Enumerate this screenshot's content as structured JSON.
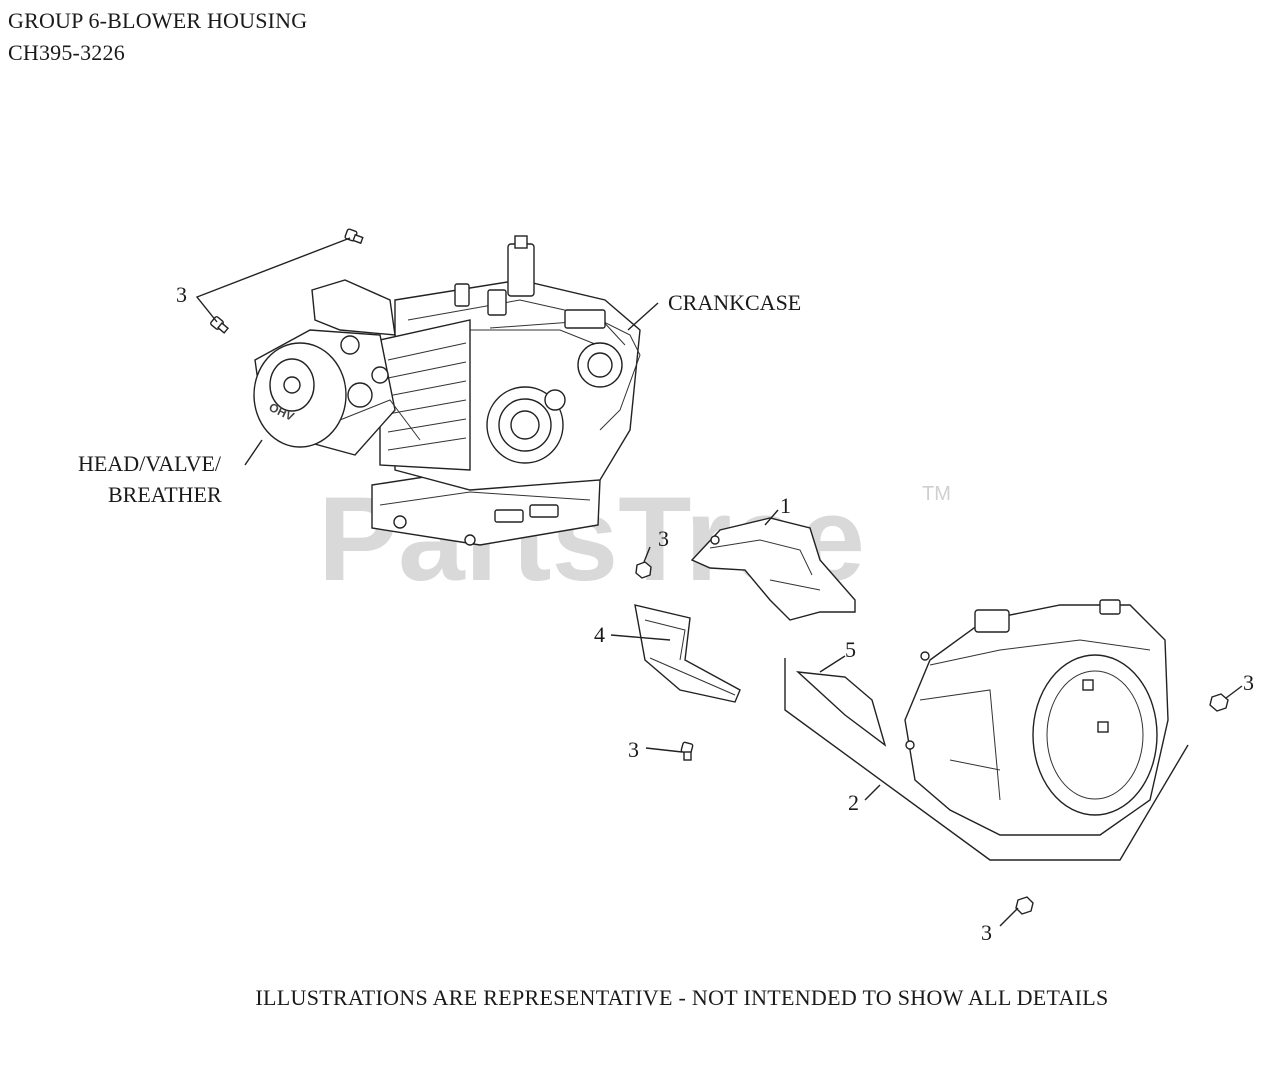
{
  "header": {
    "title": "GROUP 6-BLOWER HOUSING",
    "model": "CH395-3226"
  },
  "labels": {
    "crankcase": "CRANKCASE",
    "head_line1": "HEAD/VALVE/",
    "head_line2": "BREATHER"
  },
  "callouts": {
    "part1": "1",
    "part2": "2",
    "part3": "3",
    "part4": "4",
    "part5": "5"
  },
  "watermark": {
    "text": "PartsTree",
    "tm": "TM"
  },
  "footer": {
    "note": "ILLUSTRATIONS ARE REPRESENTATIVE - NOT INTENDED TO SHOW ALL DETAILS"
  }
}
